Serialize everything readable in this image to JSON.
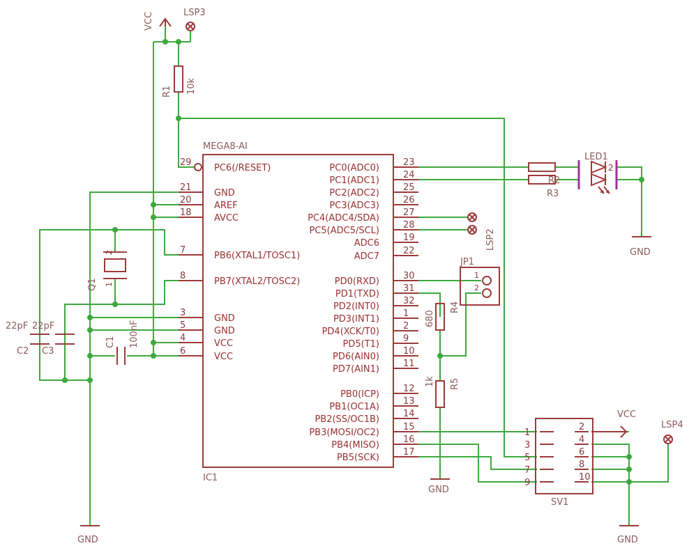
{
  "ic1": {
    "value": "MEGA8-AI",
    "name": "IC1",
    "left_pins": [
      {
        "num": "29",
        "label": "PC6(/RESET)"
      },
      {
        "num": "21",
        "label": "GND"
      },
      {
        "num": "20",
        "label": "AREF"
      },
      {
        "num": "18",
        "label": "AVCC"
      },
      {
        "num": "7",
        "label": "PB6(XTAL1/TOSC1)"
      },
      {
        "num": "8",
        "label": "PB7(XTAL2/TOSC2)"
      },
      {
        "num": "3",
        "label": "GND"
      },
      {
        "num": "5",
        "label": "GND"
      },
      {
        "num": "4",
        "label": "VCC"
      },
      {
        "num": "6",
        "label": "VCC"
      }
    ],
    "right_pins": [
      {
        "num": "23",
        "label": "PC0(ADC0)"
      },
      {
        "num": "24",
        "label": "PC1(ADC1)"
      },
      {
        "num": "25",
        "label": "PC2(ADC2)"
      },
      {
        "num": "26",
        "label": "PC3(ADC3)"
      },
      {
        "num": "27",
        "label": "PC4(ADC4/SDA)"
      },
      {
        "num": "28",
        "label": "PC5(ADC5/SCL)"
      },
      {
        "num": "19",
        "label": "ADC6"
      },
      {
        "num": "22",
        "label": "ADC7"
      },
      {
        "num": "30",
        "label": "PD0(RXD)"
      },
      {
        "num": "31",
        "label": "PD1(TXD)"
      },
      {
        "num": "32",
        "label": "PD2(INT0)"
      },
      {
        "num": "1",
        "label": "PD3(INT1)"
      },
      {
        "num": "2",
        "label": "PD4(XCK/T0)"
      },
      {
        "num": "9",
        "label": "PD5(T1)"
      },
      {
        "num": "10",
        "label": "PD6(AIN0)"
      },
      {
        "num": "11",
        "label": "PD7(AIN1)"
      },
      {
        "num": "12",
        "label": "PB0(ICP)"
      },
      {
        "num": "13",
        "label": "PB1(OC1A)"
      },
      {
        "num": "14",
        "label": "PB2(SS/OC1B)"
      },
      {
        "num": "15",
        "label": "PB3(MOSI/OC2)"
      },
      {
        "num": "16",
        "label": "PB4(MISO)"
      },
      {
        "num": "17",
        "label": "PB5(SCK)"
      }
    ]
  },
  "r1": {
    "name": "R1",
    "value": "10k"
  },
  "r2": {
    "name": "R2"
  },
  "r3": {
    "name": "R3"
  },
  "r4": {
    "name": "R4",
    "value": "680"
  },
  "r5": {
    "name": "R5",
    "value": "1k"
  },
  "c1": {
    "name": "C1",
    "value": "100nF"
  },
  "c2": {
    "name": "C2",
    "value": "22pF"
  },
  "c3": {
    "name": "C3",
    "value": "22pF"
  },
  "q1": {
    "name": "Q1",
    "pin_top": "2",
    "pin_bottom": "1"
  },
  "led1": {
    "name": "LED1",
    "pin": "2"
  },
  "lsp2": {
    "name": "LSP2"
  },
  "lsp3": {
    "name": "LSP3"
  },
  "lsp4": {
    "name": "LSP4"
  },
  "jp1": {
    "name": "JP1",
    "pins": [
      "1",
      "2"
    ]
  },
  "sv1": {
    "name": "SV1",
    "left_pins": [
      "1",
      "3",
      "5",
      "7",
      "9"
    ],
    "right_pins": [
      "2",
      "4",
      "6",
      "8",
      "10"
    ]
  },
  "power": {
    "vcc": "VCC",
    "gnd": "GND"
  },
  "colors": {
    "wire": "#3ea83e",
    "part": "#9c3a3a",
    "led_bar": "#a030a0"
  }
}
